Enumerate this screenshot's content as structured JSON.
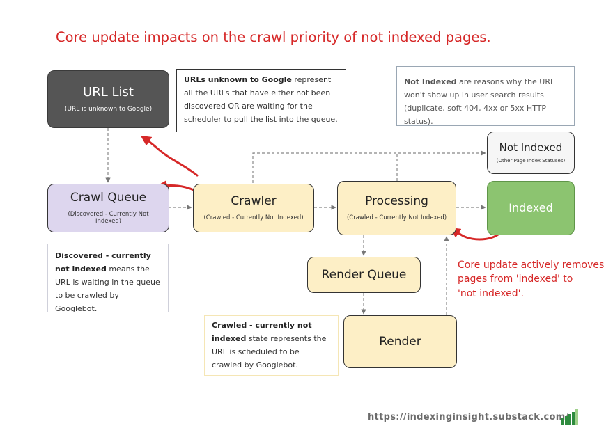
{
  "title": "Core update impacts on the crawl priority of not indexed pages.",
  "nodes": {
    "url_list": {
      "title": "URL List",
      "subtitle": "(URL is unknown to Google)"
    },
    "crawl_queue": {
      "title": "Crawl Queue",
      "subtitle": "(Discovered - Currently Not Indexed)"
    },
    "crawler": {
      "title": "Crawler",
      "subtitle": "(Crawled - Currently Not Indexed)"
    },
    "processing": {
      "title": "Processing",
      "subtitle": "(Crawled - Currently Not Indexed)"
    },
    "indexed": {
      "title": "Indexed"
    },
    "not_indexed": {
      "title": "Not Indexed",
      "subtitle": "(Other Page Index Statuses)"
    },
    "render_queue": {
      "title": "Render Queue"
    },
    "render": {
      "title": "Render"
    }
  },
  "notes": {
    "urls_unknown": {
      "bold": "URLs unknown to Google",
      "text": " represent all the URLs that have either not been discovered OR are waiting for the scheduler to pull the list into the queue."
    },
    "not_indexed": {
      "bold": "Not Indexed",
      "text": " are reasons why the URL won't show up in user search results (duplicate, soft 404, 4xx or 5xx HTTP status)."
    },
    "discovered": {
      "bold": "Discovered - currently not indexed",
      "text": " means the URL is waiting in the queue to be crawled by Googlebot."
    },
    "crawled": {
      "bold": "Crawled - currently not indexed",
      "text": " state represents the URL is scheduled to be crawled by Googlebot."
    }
  },
  "core_update_note": {
    "line1": "Core update actively removes",
    "line2": "pages from 'indexed' to",
    "line3": "'not indexed'."
  },
  "footer": {
    "url": "https://indexinginsight.substack.com/"
  },
  "colors": {
    "title_red": "#d62828",
    "dark_node": "#555555",
    "purple_node": "#ddd6ee",
    "cream_node": "#fdefc6",
    "green_node": "#8cc470",
    "logo_green": "#2e8b3e"
  },
  "icons": {
    "logo": "bar-chart-logo-icon"
  }
}
